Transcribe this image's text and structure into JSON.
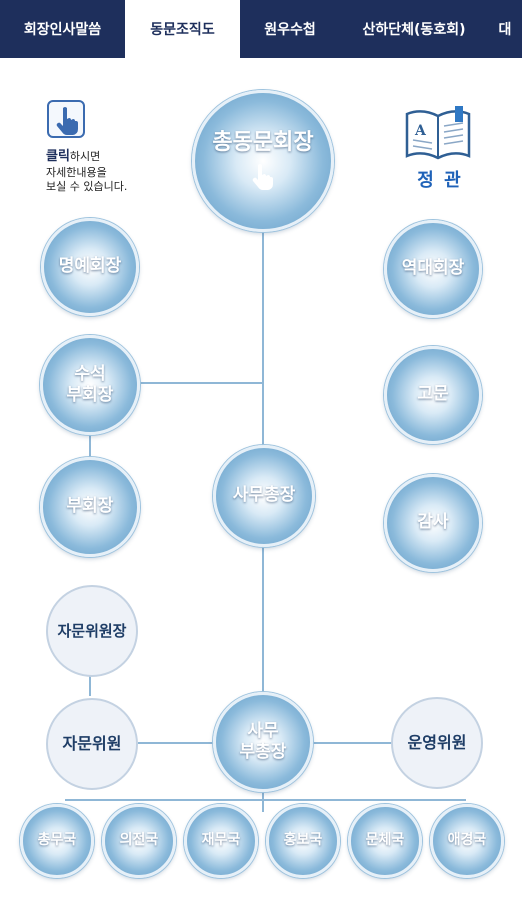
{
  "tabs": [
    {
      "label": "회장인사말씀",
      "active": false
    },
    {
      "label": "동문조직도",
      "active": true
    },
    {
      "label": "원우수첩",
      "active": false
    },
    {
      "label": "산하단체(동호회)",
      "active": false
    },
    {
      "label": "대",
      "active": false
    }
  ],
  "click_hint": {
    "bold": "클릭",
    "rest": "하시면",
    "line2": "자세한내용을",
    "line3": "보실 수 있습니다."
  },
  "regulations": {
    "label": "정 관",
    "icon_text": "A"
  },
  "org": {
    "president": "총동문회장",
    "honorary_president": "명예회장",
    "senior_vp_line1": "수석",
    "senior_vp_line2": "부회장",
    "vice_president": "부회장",
    "secretary_general": "사무총장",
    "past_presidents": "역대회장",
    "advisor": "고문",
    "auditor": "감사",
    "advisory_chair": "자문위원장",
    "advisory_member": "자문위원",
    "deputy_sg_line1": "사무",
    "deputy_sg_line2": "부총장",
    "steering_committee": "운영위원",
    "departments": [
      "총무국",
      "의전국",
      "재무국",
      "홍보국",
      "문체국",
      "애경국"
    ]
  },
  "colors": {
    "nav_bg": "#1e2f5c",
    "node_blue": "#5d98c4",
    "link_blue": "#1f62b8",
    "line": "#8fb7d6"
  }
}
